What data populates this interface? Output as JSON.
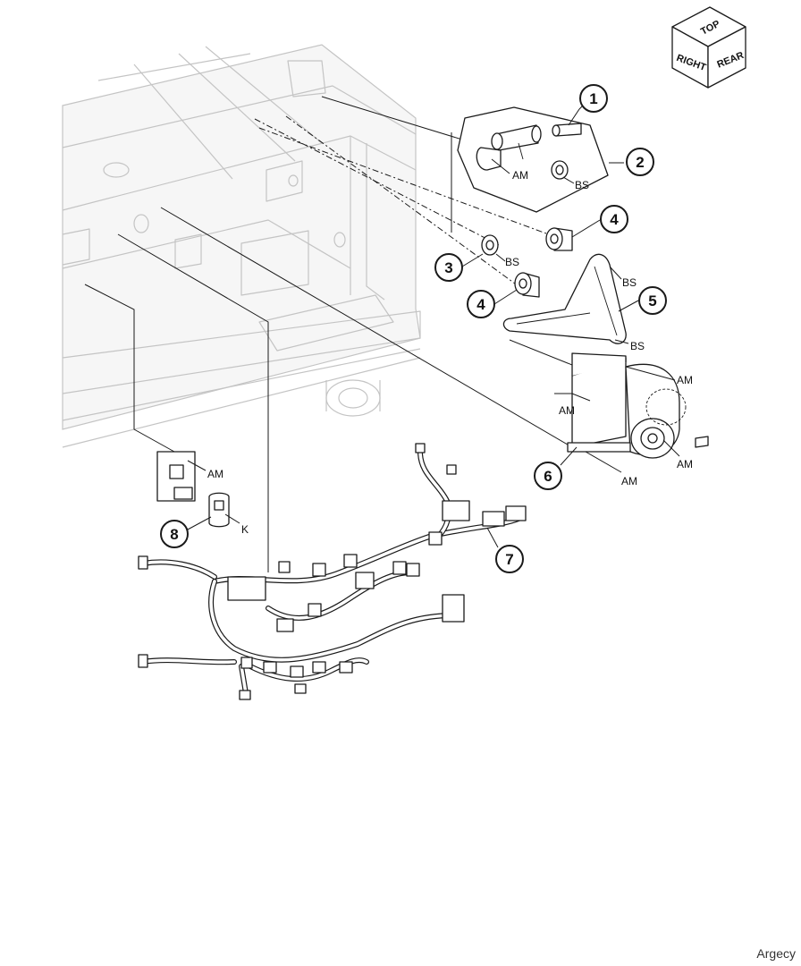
{
  "orientation_cube": {
    "top": "TOP",
    "right": "RIGHT",
    "rear": "REAR"
  },
  "callouts": [
    "1",
    "2",
    "3",
    "4",
    "4",
    "5",
    "6",
    "7",
    "8"
  ],
  "tags": {
    "am_bracket_shaft": "AM",
    "bs_shaft_bushing": "BS",
    "bs_bushing_3": "BS",
    "bs_belt_top": "BS",
    "bs_belt_bottom": "BS",
    "am_motor_top": "AM",
    "am_motor_left": "AM",
    "am_motor_gear": "AM",
    "am_motor_bracket": "AM",
    "am_sensor_bracket": "AM",
    "k_sensor": "K"
  },
  "watermark": "Argecy"
}
